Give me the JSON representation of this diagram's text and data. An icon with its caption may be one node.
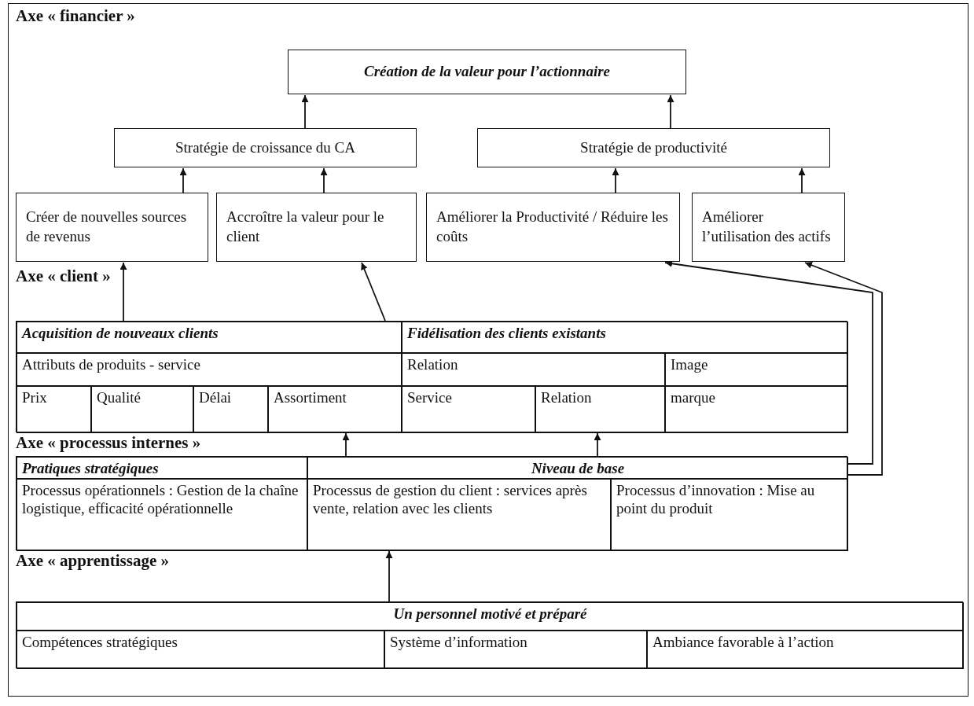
{
  "diagram": {
    "nodes": [
      {
        "text": [
          "Création de la valeur pour l’actionnaire"
        ]
      },
      {
        "text": [
          "Stratégie de croissance du CA"
        ]
      },
      {
        "text": [
          "Stratégie de productivité"
        ]
      },
      {
        "text": [
          "Créer de nouvelles sources de revenus"
        ]
      },
      {
        "text": [
          "Accroître la valeur pour le client"
        ]
      },
      {
        "text": [
          "Améliorer la Productivité / Réduire les coûts"
        ]
      },
      {
        "text": [
          "Améliorer l’utilisation des actifs"
        ]
      },
      {
        "text": [
          "Acquisition de nouveaux clients",
          "Fidélisation des clients existants",
          "Attributs de produits - service",
          "Relation",
          "Image",
          "Prix",
          "Qualité",
          "Délai",
          "Assortiment",
          "Service",
          "Relation",
          "marque"
        ]
      },
      {
        "text": [
          "Pratiques stratégiques",
          "Niveau de base",
          "Processus opérationnels : Gestion de la chaîne logistique, efficacité opérationnelle",
          "Processus de gestion du client : services après vente, relation avec les clients",
          "Processus d’innovation : Mise au point du produit"
        ]
      },
      {
        "text": [
          "Un personnel motivé et préparé",
          "Compétences stratégiques",
          "Système d’information",
          "Ambiance favorable à l’action"
        ]
      }
    ],
    "edges": [
      {
        "from": 1,
        "to": 0,
        "arrow": "to"
      },
      {
        "from": 2,
        "to": 0,
        "arrow": "to"
      },
      {
        "from": 3,
        "to": 1,
        "arrow": "to"
      },
      {
        "from": 4,
        "to": 1,
        "arrow": "to"
      },
      {
        "from": 5,
        "to": 2,
        "arrow": "to"
      },
      {
        "from": 6,
        "to": 2,
        "arrow": "to"
      },
      {
        "from": 7,
        "to": 3,
        "arrow": "to"
      },
      {
        "from": 7,
        "to": 4,
        "arrow": "to"
      },
      {
        "from": 8,
        "to": 5,
        "arrow": "to"
      },
      {
        "from": 8,
        "to": 6,
        "arrow": "to"
      },
      {
        "from": 8,
        "to": 7,
        "arrow": "to"
      },
      {
        "from": 8,
        "to": 7,
        "arrow": "to"
      },
      {
        "from": 9,
        "to": 8,
        "arrow": "to"
      }
    ],
    "labels": [
      "Axe « financier »",
      "Axe « client »",
      "Axe « processus internes »",
      "Axe « apprentissage »"
    ]
  }
}
